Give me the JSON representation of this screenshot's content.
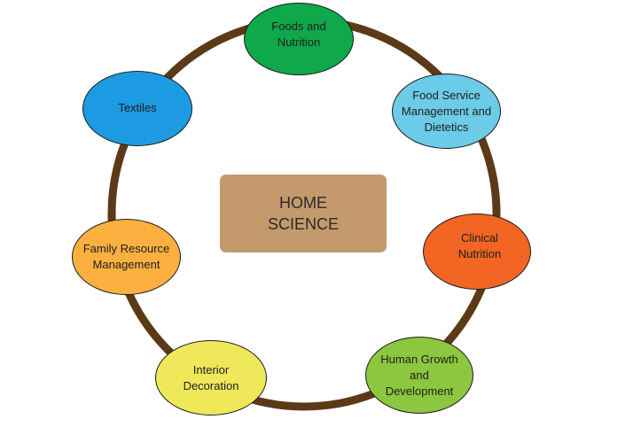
{
  "center": {
    "lines": [
      "HOME",
      "SCIENCE"
    ],
    "color": "#c49a6c"
  },
  "ring_color": "#5c3a17",
  "nodes": [
    {
      "id": "foods-and-nutrition",
      "lines": [
        "Foods and",
        "Nutrition"
      ],
      "color": "#0fa84b"
    },
    {
      "id": "food-service",
      "lines": [
        "Food Service",
        "Management and",
        "Dietetics"
      ],
      "color": "#6ccbe6"
    },
    {
      "id": "clinical-nutrition",
      "lines": [
        "Clinical",
        "Nutrition"
      ],
      "color": "#f26522"
    },
    {
      "id": "human-growth",
      "lines": [
        "Human Growth",
        "and",
        "Development"
      ],
      "color": "#8dc63f"
    },
    {
      "id": "interior-decoration",
      "lines": [
        "Interior",
        "Decoration"
      ],
      "color": "#efe85a"
    },
    {
      "id": "family-resource",
      "lines": [
        "Family Resource",
        "Management"
      ],
      "color": "#fbb040"
    },
    {
      "id": "textiles",
      "lines": [
        "Textiles"
      ],
      "color": "#1c9be2"
    }
  ]
}
